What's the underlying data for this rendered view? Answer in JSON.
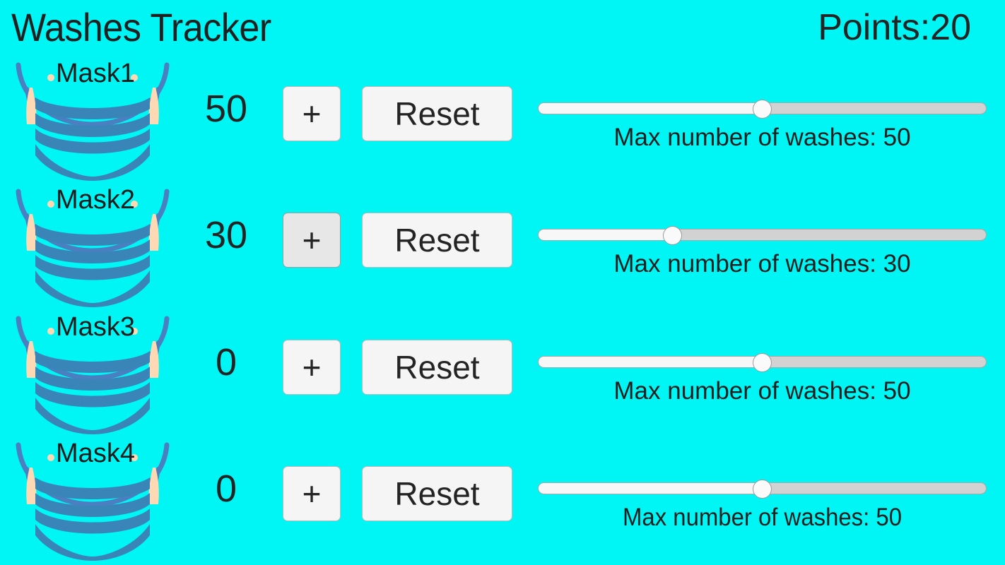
{
  "header": {
    "title": "Washes Tracker",
    "points_label": "Points:20"
  },
  "colors": {
    "background": "#00f5f5",
    "mask_body": "#3a85b8",
    "mask_strap": "#4a7fc1",
    "mask_ear": "#ffd9b3",
    "button_face": "#f5f5f5",
    "button_face_active": "#e7e7e7",
    "track_empty": "#d2d2d2",
    "track_fill": "#f7f7f7",
    "text": "#232323"
  },
  "slider_range": {
    "min": 0,
    "max": 100
  },
  "rows": [
    {
      "mask_label": "Mask1",
      "count": "50",
      "plus_label": "+",
      "reset_label": "Reset",
      "plus_active": false,
      "slider_value": 50,
      "slider_percent": 50,
      "caption": "Max number of washes: 50"
    },
    {
      "mask_label": "Mask2",
      "count": "30",
      "plus_label": "+",
      "reset_label": "Reset",
      "plus_active": true,
      "slider_value": 30,
      "slider_percent": 30,
      "caption": "Max number of washes: 30"
    },
    {
      "mask_label": "Mask3",
      "count": "0",
      "plus_label": "+",
      "reset_label": "Reset",
      "plus_active": false,
      "slider_value": 50,
      "slider_percent": 50,
      "caption": "Max number of washes: 50"
    },
    {
      "mask_label": "Mask4",
      "count": "0",
      "plus_label": "+",
      "reset_label": "Reset",
      "plus_active": false,
      "slider_value": 50,
      "slider_percent": 50,
      "caption": "Max number of washes: 50"
    }
  ]
}
